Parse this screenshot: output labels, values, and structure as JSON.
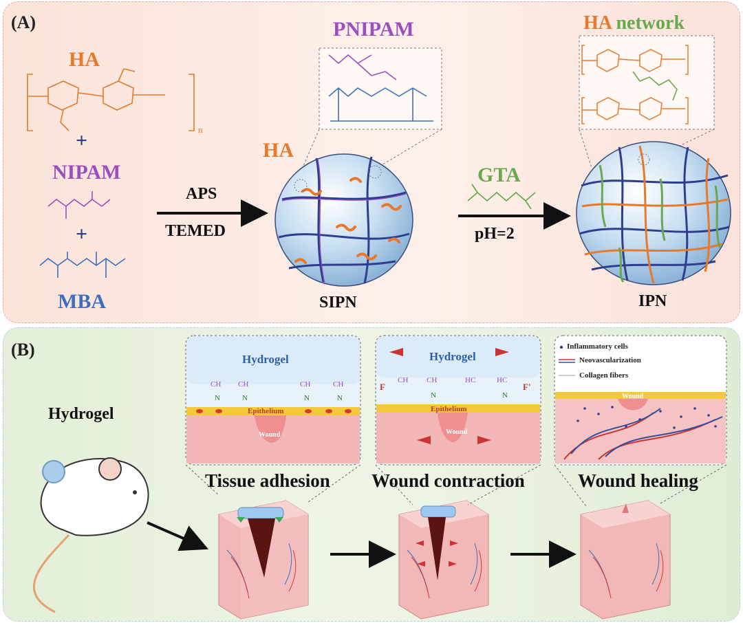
{
  "panel_a": {
    "tag": "(A)",
    "ha_title": "HA",
    "plus1": "+",
    "nipam": "NIPAM",
    "plus2": "+",
    "mba": "MBA",
    "ha_subscript_n": "n",
    "aps": "APS",
    "temed": "TEMED",
    "pnipam": "PNIPAM",
    "ha_mid": "HA",
    "sipn": "SIPN",
    "gta": "GTA",
    "ph": "pH=2",
    "ha_network_ha": "HA",
    "ha_network_word": "network",
    "ipn": "IPN"
  },
  "panel_b": {
    "tag": "(B)",
    "mouse_label": "Hydrogel",
    "stage1": {
      "hydrogel": "Hydrogel",
      "epithelium": "Epithelium",
      "wound": "Wound",
      "bond": "CH",
      "bond_n": "N",
      "caption": "Tissue adhesion"
    },
    "stage2": {
      "hydrogel": "Hydrogel",
      "epithelium": "Epithelium",
      "wound": "Wound",
      "bond": "CH",
      "bond_hc": "HC",
      "bond_n": "N",
      "force_left": "F",
      "force_right": "F'",
      "caption": "Wound contraction"
    },
    "stage3": {
      "legend": [
        "Inflammatory cells",
        "Neovascularization",
        "Collagen fibers"
      ],
      "wound": "Wound",
      "caption": "Wound healing"
    }
  },
  "colors": {
    "ha_orange": "#e8782a",
    "pnipam_purple": "#9a4ec0",
    "mba_blue": "#3d6fbe",
    "gta_green": "#6aa84f",
    "panel_a_bg": "#fbe3d9",
    "panel_b_bg": "#e3efd8"
  }
}
